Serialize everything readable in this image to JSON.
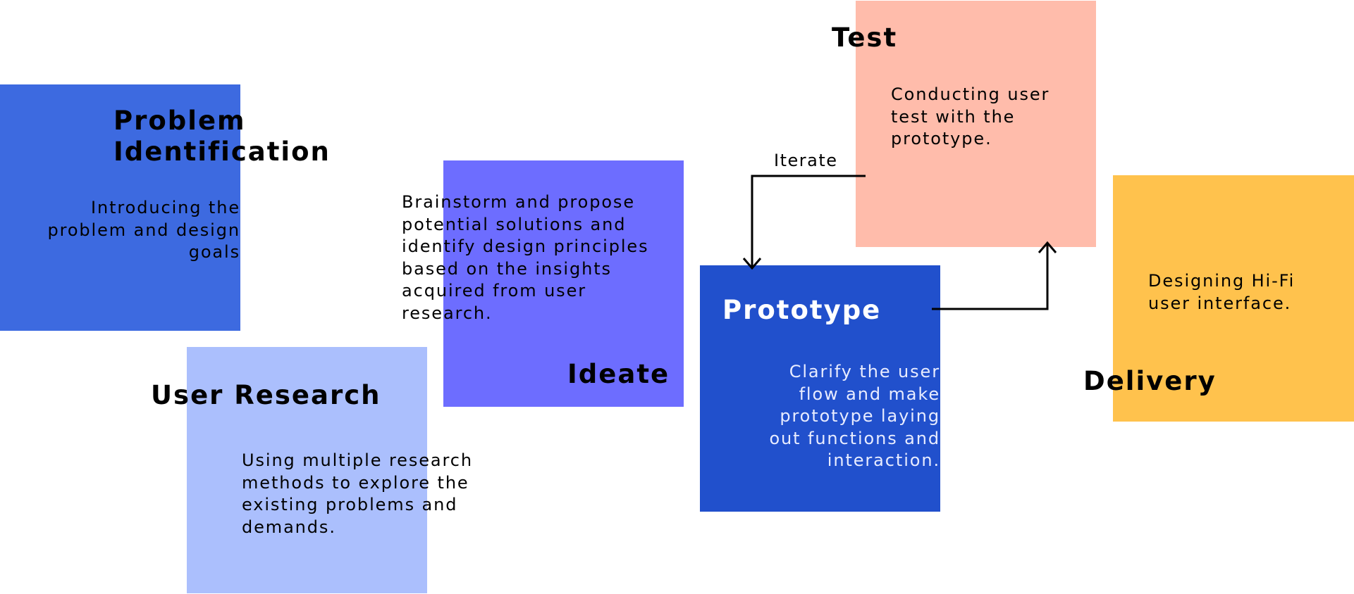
{
  "colors": {
    "problem": "#3d6ae0",
    "research": "#abbffd",
    "ideate": "#6d6dff",
    "prototype": "#2150cc",
    "test": "#ffbcab",
    "delivery": "#ffc24d"
  },
  "steps": {
    "problem": {
      "title_line1": "Problem",
      "title_line2": "Identification",
      "description": "Introducing the\nproblem and design\ngoals"
    },
    "research": {
      "title": "User Research",
      "description": "Using multiple research\nmethods to explore the\nexisting problems and\ndemands."
    },
    "ideate": {
      "title": "Ideate",
      "description": "Brainstorm and propose\npotential solutions and\nidentify design principles\nbased on the insights\nacquired from user\nresearch."
    },
    "prototype": {
      "title": "Prototype",
      "description": "Clarify the user\nflow and make\nprototype laying\nout functions and\ninteraction."
    },
    "test": {
      "title": "Test",
      "description": "Conducting user\ntest with the\nprototype."
    },
    "delivery": {
      "title": "Delivery",
      "description": "Designing Hi-Fi\nuser interface."
    }
  },
  "connectors": {
    "iterate_label": "Iterate"
  }
}
